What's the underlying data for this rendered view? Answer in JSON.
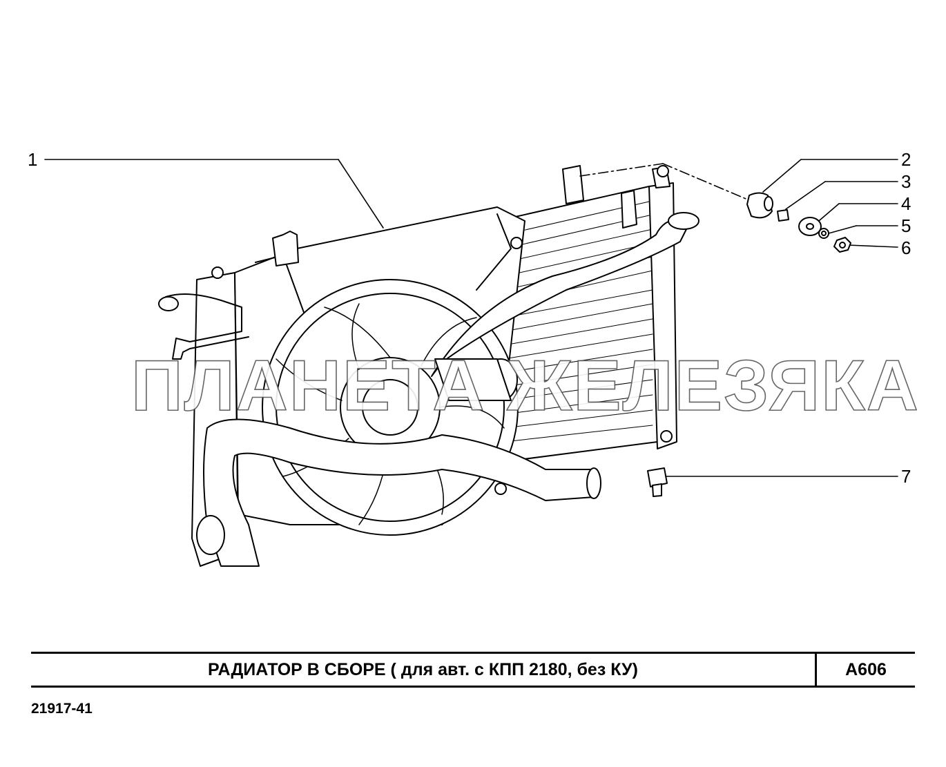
{
  "diagram": {
    "callouts": [
      "1",
      "2",
      "3",
      "4",
      "5",
      "6",
      "7"
    ],
    "watermark": "ПЛАНЕТА ЖЕЛЕЗЯКА"
  },
  "title_block": {
    "title": "РАДИАТОР В СБОРЕ ( для авт. с КПП 2180, без КУ)",
    "code": "А606"
  },
  "model": "21917-41"
}
